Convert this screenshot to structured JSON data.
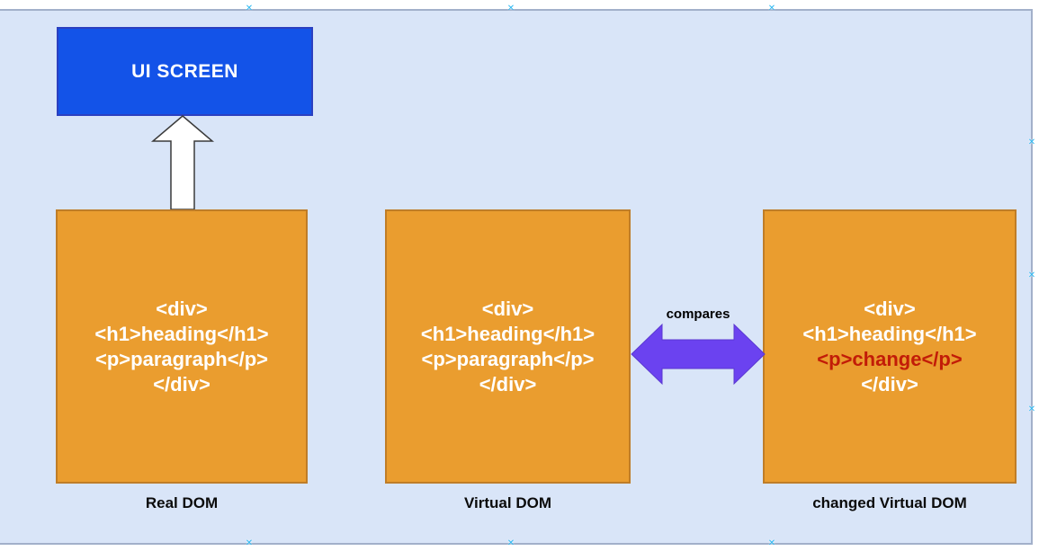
{
  "canvas": {
    "page_fill": "#d9e5f8",
    "page_border": "#a2b0ca",
    "background": "#ffffff",
    "marker_glyph": "✕",
    "marker_color": "#2eb9f2"
  },
  "ui_screen_box": {
    "label": "UI SCREEN",
    "fill": "#1353e8",
    "border": "#2c40c0",
    "text_color": "#ffffff"
  },
  "dom_box_style": {
    "fill": "#ea9d2f",
    "border": "#bf7d28",
    "text_color": "#ffffff"
  },
  "real_dom_box": {
    "caption": "Real DOM",
    "lines": [
      "<div>",
      "<h1>heading</h1>",
      "<p>paragraph</p>",
      "</div>"
    ]
  },
  "virtual_dom_box": {
    "caption": "Virtual DOM",
    "lines": [
      "<div>",
      "<h1>heading</h1>",
      "<p>paragraph</p>",
      "</div>"
    ]
  },
  "changed_virtual_dom_box": {
    "caption": "changed Virtual DOM",
    "lines": [
      "<div>",
      "<h1>heading</h1>",
      "<p>change</p>",
      "</div>"
    ],
    "changed_line_color": "#c21c08"
  },
  "render_arrow": {
    "fill": "#ffffff",
    "stroke": "#3b3b3b"
  },
  "compare_arrow": {
    "label": "compares",
    "fill": "#6b42f0",
    "stroke": "#5a38d0"
  }
}
